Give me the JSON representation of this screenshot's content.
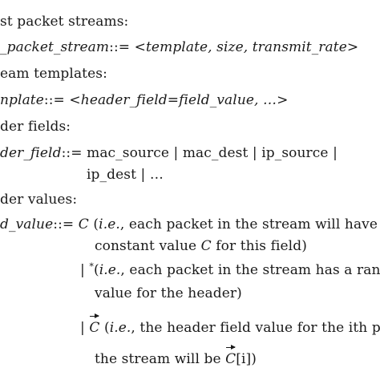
{
  "document": {
    "s1_heading": "st packet streams:",
    "s1_def_name": "_packet_stream",
    "s1_def_sep": "::=",
    "s1_def_value": "<template, size, transmit_rate>",
    "s2_heading": "eam templates:",
    "s2_def_name": "nplate",
    "s2_def_sep": "::=",
    "s2_def_value": "<header_field=field_value, …>",
    "s3_heading": "der fields:",
    "s3_def_name": "der_field",
    "s3_def_rest": "::= mac_source | mac_dest | ip_source |",
    "s3_cont": "ip_dest | …",
    "s4_heading": "der values:",
    "s4_def_name": "d_value",
    "s4_def_sep": "::= ",
    "s4_def_const": "C",
    "s4_def_open": " (",
    "s4_def_ie": "i.e.",
    "s4_def_text": ", each packet in the stream will have the sa",
    "s4_const_cont_a": "constant value ",
    "s4_const_cont_c": "C",
    "s4_const_cont_b": " for this field)",
    "rand_bar": "| ",
    "rand_star": "*",
    "rand_open": "(",
    "rand_ie": "i.e.",
    "rand_text": ", each packet in the stream has a random",
    "rand_cont": "value for the header)",
    "vec_bar": "| ",
    "vec_sym": "C",
    "vec_open": " (",
    "vec_ie": "i.e.",
    "vec_text": ", the header field value for the ith packe",
    "vec_cont_a": "the stream will be ",
    "vec_cont_sym": "C",
    "vec_cont_idx": "[i])"
  }
}
